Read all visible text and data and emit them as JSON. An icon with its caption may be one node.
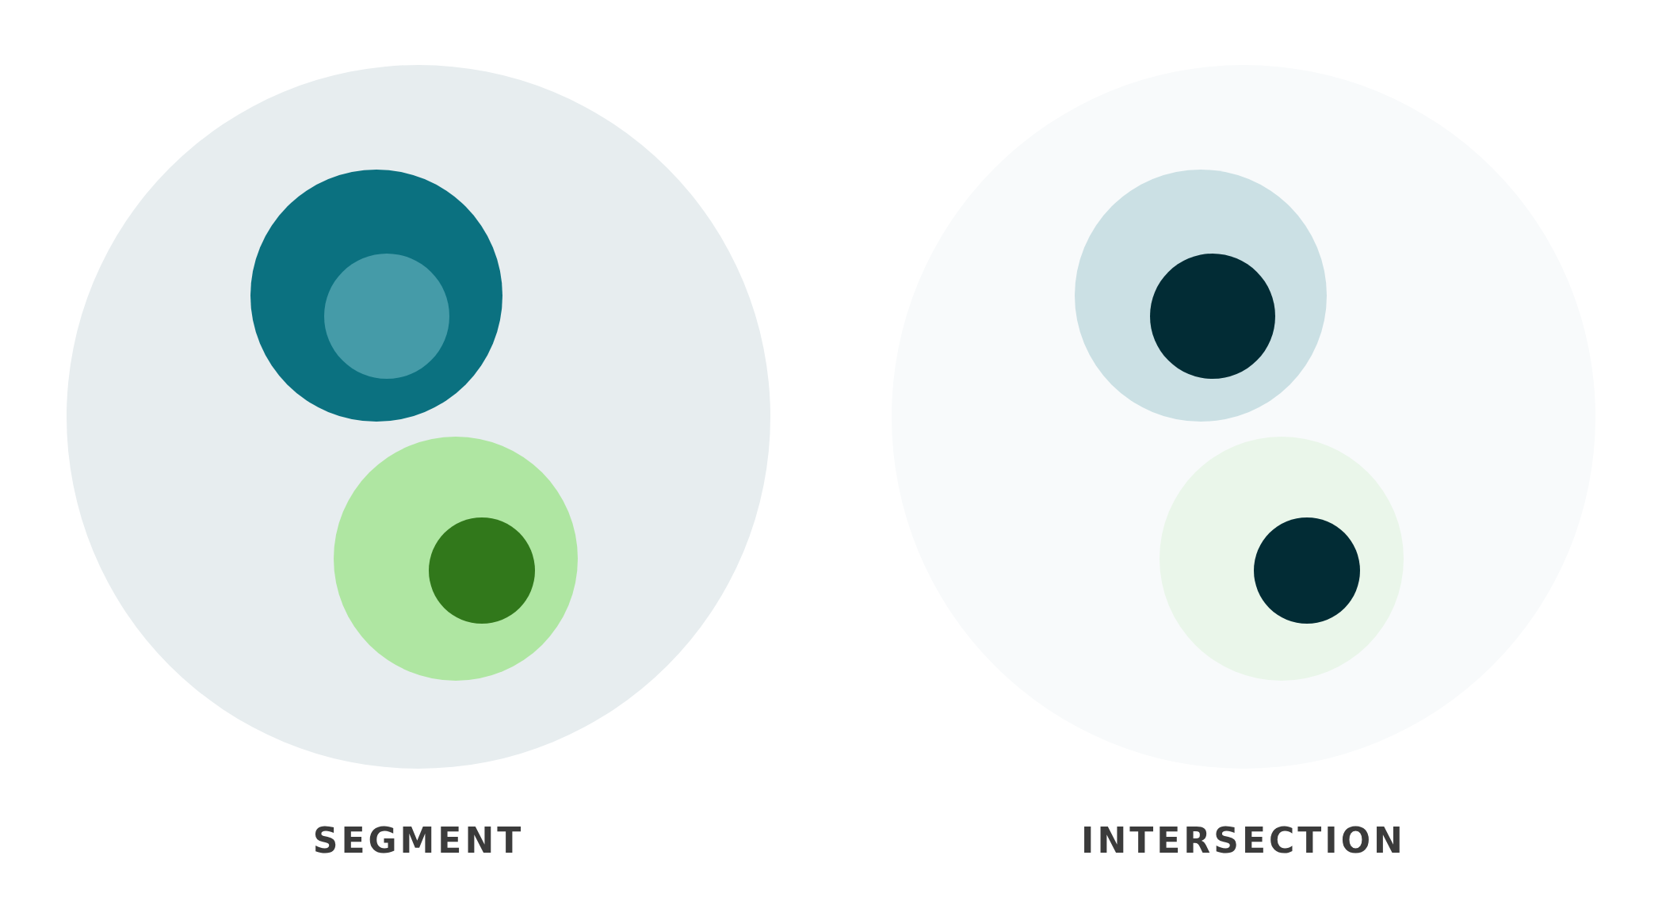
{
  "diagram": {
    "nodes": [
      {
        "text": [
          "SEGMENT"
        ]
      },
      {
        "text": [],
        "shape": "circle",
        "in": 0
      },
      {
        "text": [],
        "shape": "circle",
        "in": 1
      },
      {
        "text": [],
        "shape": "circle",
        "in": 0
      },
      {
        "text": [],
        "shape": "circle",
        "in": 3
      },
      {
        "text": [
          "INTERSECTION"
        ]
      },
      {
        "text": [],
        "shape": "circle",
        "in": 5
      },
      {
        "text": [],
        "shape": "circle",
        "in": 6
      },
      {
        "text": [],
        "shape": "circle",
        "in": 5
      },
      {
        "text": [],
        "shape": "circle",
        "in": 8
      }
    ],
    "edges": []
  }
}
